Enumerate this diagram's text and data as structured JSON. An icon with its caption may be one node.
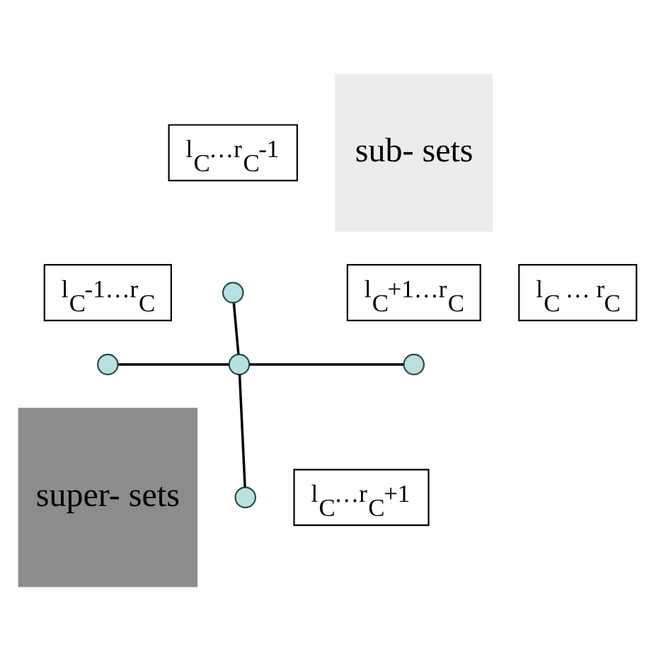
{
  "diagram": {
    "nodes": [
      {
        "text": [
          "sub- sets"
        ]
      },
      {
        "text": [
          "l$_{C}$…r$_{C}$-1"
        ]
      },
      {
        "text": [],
        "shape": "circle"
      },
      {
        "text": [
          "l$_{C}$-1…r$_{C}$"
        ]
      },
      {
        "text": [
          "l$_{C}$ … r$_{C}$"
        ]
      },
      {
        "text": [
          "l$_{C}$+1…r$_{C}$"
        ]
      },
      {
        "text": [],
        "shape": "circle"
      },
      {
        "text": [],
        "shape": "circle"
      },
      {
        "text": [],
        "shape": "circle"
      },
      {
        "text": [
          "super- sets"
        ]
      },
      {
        "text": [
          "l$_{C}$…r$_{C}$+1"
        ]
      },
      {
        "text": [],
        "shape": "circle"
      }
    ],
    "edges": [
      {
        "from": 2,
        "to": 7,
        "arrow": "none"
      },
      {
        "from": 6,
        "to": 7,
        "arrow": "none"
      },
      {
        "from": 7,
        "to": 8,
        "arrow": "none"
      },
      {
        "from": 7,
        "to": 11,
        "arrow": "none"
      }
    ]
  }
}
